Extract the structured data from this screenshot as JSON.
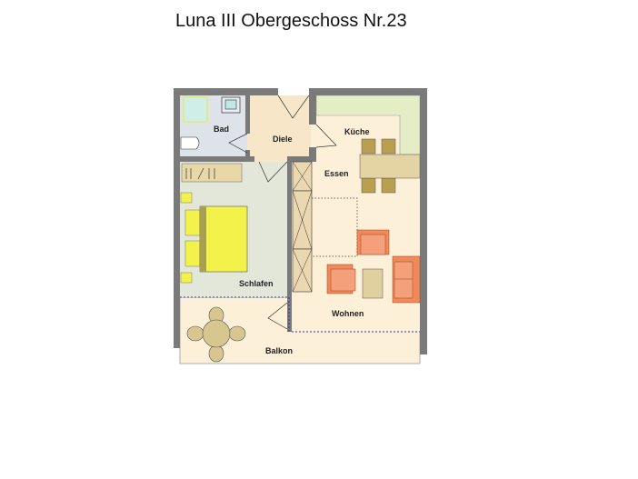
{
  "title": "Luna III Obergeschoss Nr.23",
  "rooms": {
    "bad": "Bad",
    "diele": "Diele",
    "kueche": "Küche",
    "essen": "Essen",
    "schlafen": "Schlafen",
    "wohnen": "Wohnen",
    "balkon": "Balkon"
  },
  "colors": {
    "wall": "#7a7a7a",
    "bath": "#dde3e8",
    "hall": "#f8e6c8",
    "living": "#fdf0d8",
    "bedroom": "#e3e7da",
    "kitchen_counter": "#e4edc6",
    "furniture_wood": "#d8c690",
    "sofa": "#f08a5a",
    "bed": "#f2f24a"
  }
}
